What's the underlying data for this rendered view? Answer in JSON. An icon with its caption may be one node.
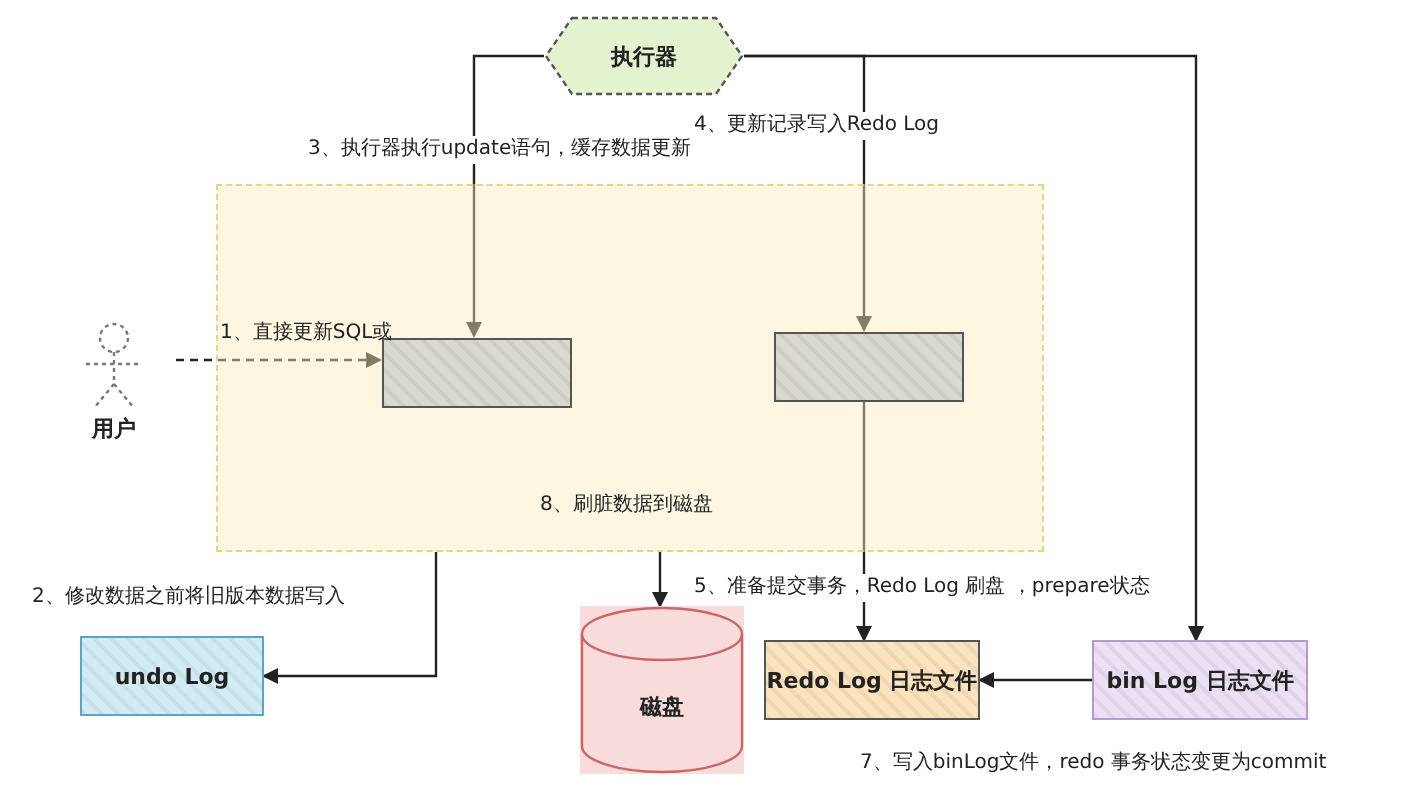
{
  "diagram": {
    "nodes": [
      {
        "text": [
          "执行器"
        ]
      },
      {
        "text": [],
        "shape": "box"
      },
      {
        "text": [
          "用户"
        ]
      },
      {
        "text": [],
        "shape": "box",
        "in": 1
      },
      {
        "text": [],
        "shape": "box",
        "in": 1
      },
      {
        "text": [
          "undo Log"
        ]
      },
      {
        "text": [
          "磁盘"
        ]
      },
      {
        "text": [
          "Redo Log 日志文件"
        ]
      },
      {
        "text": [
          "bin Log 日志文件"
        ]
      }
    ],
    "edges": [
      {
        "from": 0,
        "to": 3,
        "arrow": "to",
        "label": "3、执行器执行update语句，缓存数据更新"
      },
      {
        "from": 0,
        "to": 4,
        "arrow": "to",
        "label": "4、更新记录写入Redo Log"
      },
      {
        "from": 0,
        "to": 8,
        "arrow": "to"
      },
      {
        "from": 4,
        "to": 7,
        "arrow": "to",
        "label": "5、准备提交事务，Redo Log 刷盘 ，prepare状态"
      },
      {
        "from": 1,
        "to": 5,
        "arrow": "to",
        "label": "2、修改数据之前将旧版本数据写入"
      },
      {
        "from": 1,
        "to": 6,
        "arrow": "to",
        "label": "8、刷脏数据到磁盘"
      },
      {
        "from": 8,
        "to": 7,
        "arrow": "to",
        "label": "7、写入binLog文件，redo 事务状态变更为commit"
      },
      {
        "from": 2,
        "to": 3,
        "arrow": "to",
        "style": "dashed",
        "label": "1、直接更新SQL或"
      }
    ]
  }
}
